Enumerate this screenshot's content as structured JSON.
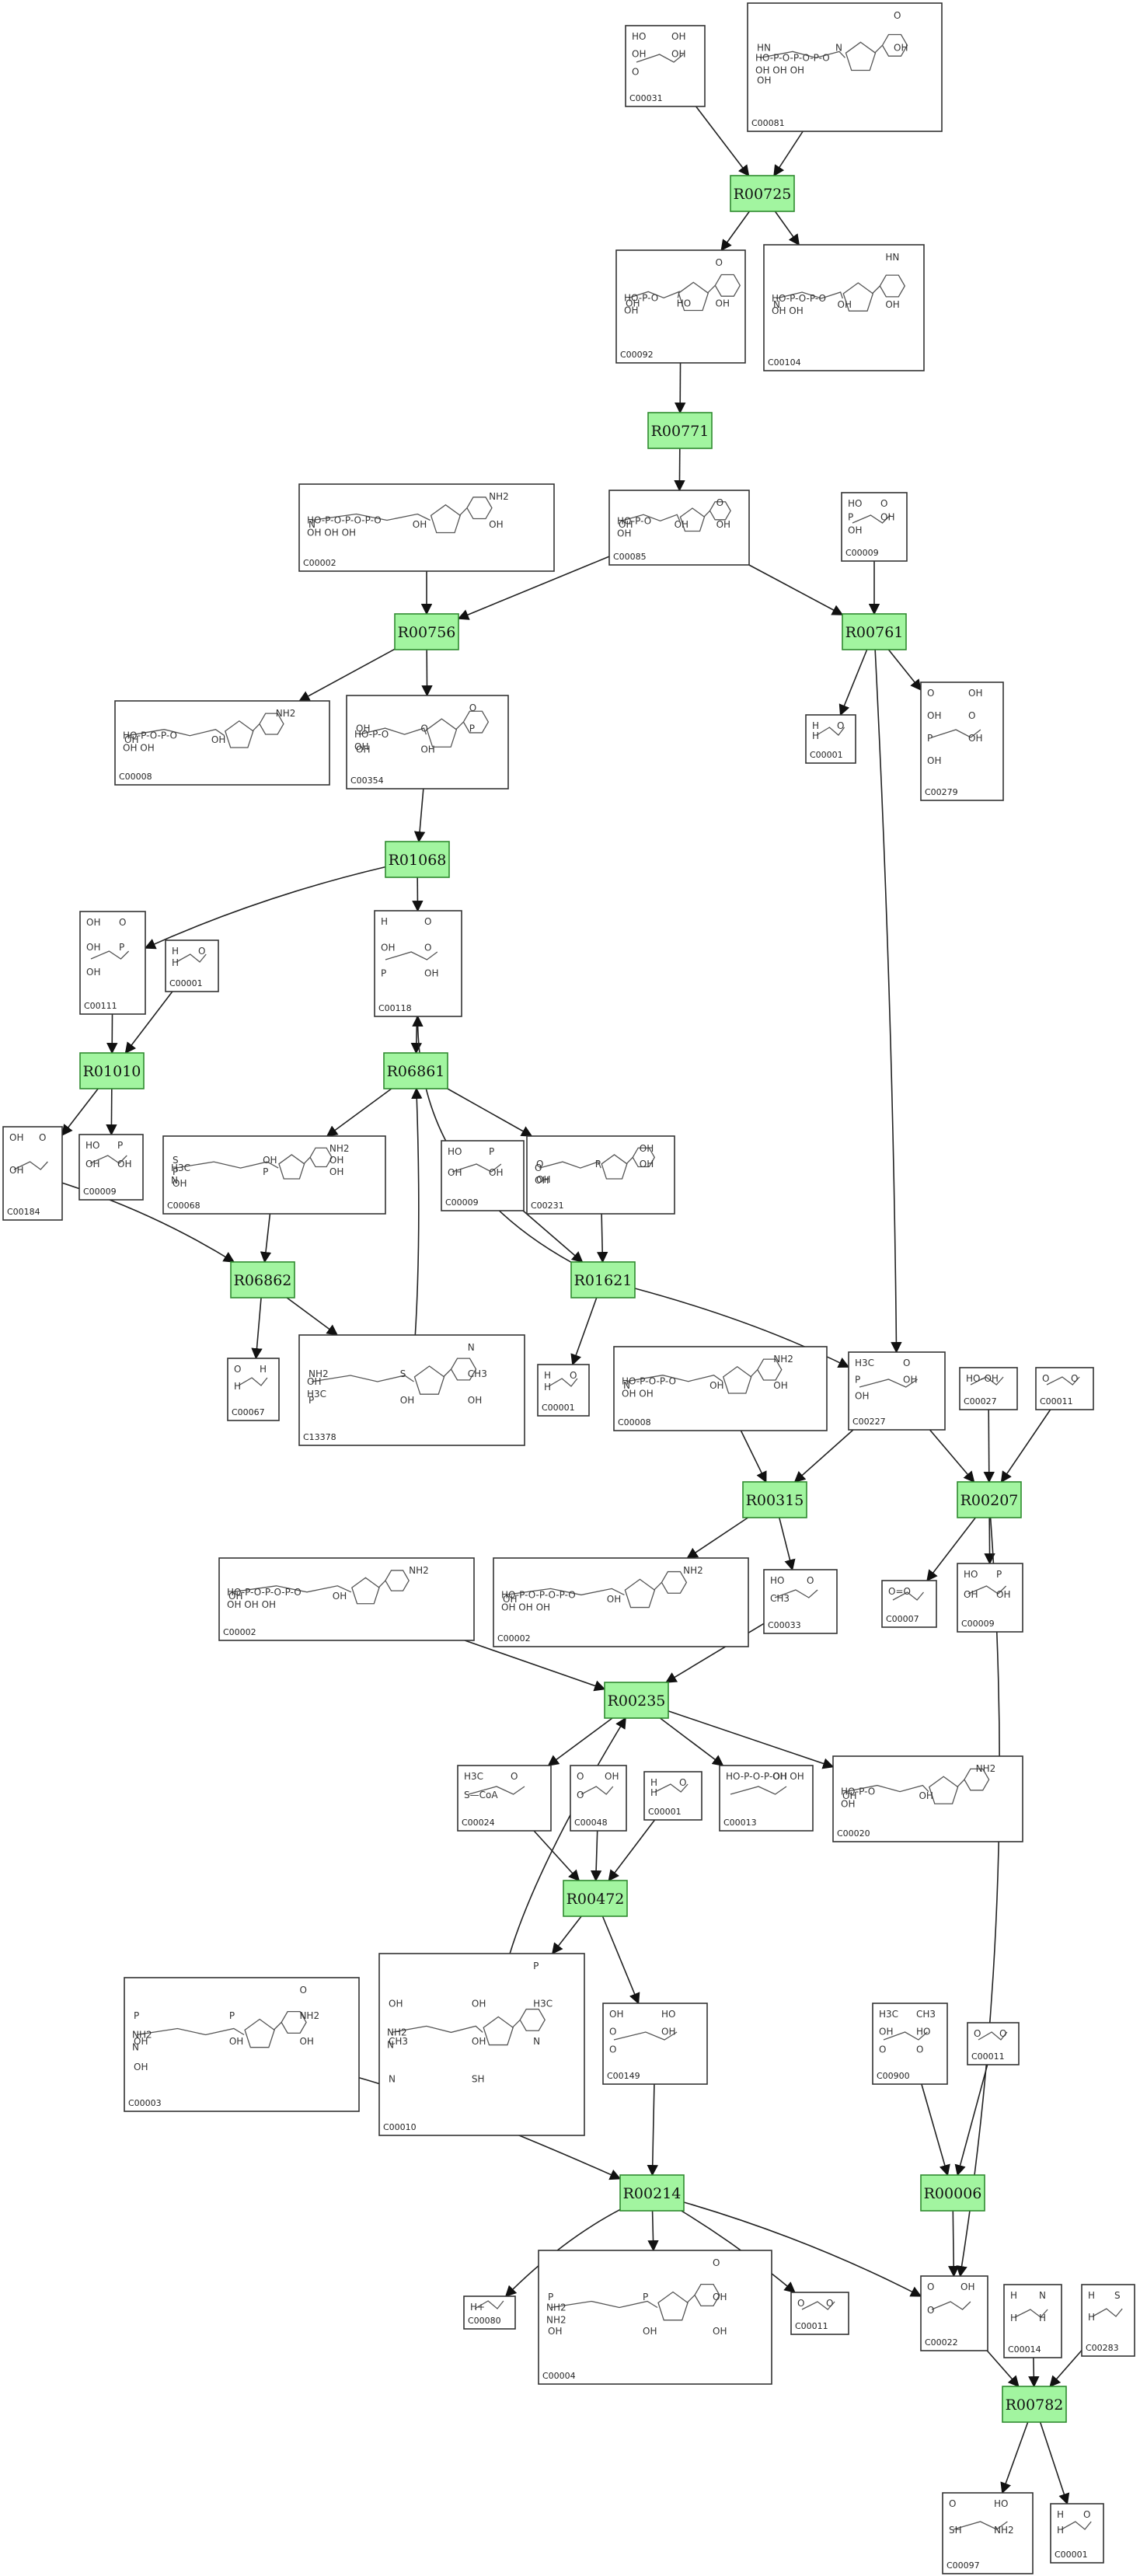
{
  "diagram": {
    "reactions": [
      {
        "id": "R00725",
        "label": "R00725"
      },
      {
        "id": "R00771",
        "label": "R00771"
      },
      {
        "id": "R00756",
        "label": "R00756"
      },
      {
        "id": "R00761",
        "label": "R00761"
      },
      {
        "id": "R01068",
        "label": "R01068"
      },
      {
        "id": "R01010",
        "label": "R01010"
      },
      {
        "id": "R06861",
        "label": "R06861"
      },
      {
        "id": "R06862",
        "label": "R06862"
      },
      {
        "id": "R01621",
        "label": "R01621"
      },
      {
        "id": "R00315",
        "label": "R00315"
      },
      {
        "id": "R00207",
        "label": "R00207"
      },
      {
        "id": "R00235",
        "label": "R00235"
      },
      {
        "id": "R00472",
        "label": "R00472"
      },
      {
        "id": "R00214",
        "label": "R00214"
      },
      {
        "id": "R00006",
        "label": "R00006"
      },
      {
        "id": "R00782",
        "label": "R00782"
      }
    ],
    "compounds": [
      {
        "key": "c31",
        "label": "C00031",
        "atoms": [
          "HO",
          "OH",
          "OH",
          "OH",
          "O"
        ]
      },
      {
        "key": "c81",
        "label": "C00081",
        "atoms": [
          "HO-P-O-P-O-P-O",
          "OH OH OH",
          "O",
          "HN",
          "N",
          "OH",
          "OH"
        ]
      },
      {
        "key": "c92",
        "label": "C00092",
        "atoms": [
          "HO-P-O",
          "OH",
          "O",
          "OH",
          "HO",
          "OH"
        ]
      },
      {
        "key": "c104",
        "label": "C00104",
        "atoms": [
          "HO-P-O-P-O",
          "OH OH",
          "HN",
          "N",
          "OH",
          "OH"
        ]
      },
      {
        "key": "c85",
        "label": "C00085",
        "atoms": [
          "HO-P-O",
          "OH",
          "O",
          "OH",
          "OH",
          "OH"
        ]
      },
      {
        "key": "c09a",
        "label": "C00009",
        "atoms": [
          "HO",
          "O",
          "P",
          "OH",
          "OH"
        ]
      },
      {
        "key": "c02a",
        "label": "C00002",
        "atoms": [
          "HO-P-O-P-O-P-O",
          "OH OH OH",
          "NH2",
          "N",
          "OH",
          "OH"
        ]
      },
      {
        "key": "c08a",
        "label": "C00008",
        "atoms": [
          "HO-P-O-P-O",
          "OH OH",
          "NH2",
          "OH",
          "OH"
        ]
      },
      {
        "key": "c354",
        "label": "C00354",
        "atoms": [
          "HO-P-O",
          "OH",
          "O",
          "OH",
          "O",
          "P",
          "OH",
          "OH"
        ]
      },
      {
        "key": "c01a",
        "label": "C00001",
        "atoms": [
          "H",
          "O",
          "H"
        ]
      },
      {
        "key": "c279",
        "label": "C00279",
        "atoms": [
          "O",
          "OH",
          "OH",
          "O",
          "P",
          "OH",
          "OH"
        ]
      },
      {
        "key": "c111",
        "label": "C00111",
        "atoms": [
          "OH",
          "O",
          "OH",
          "P",
          "OH"
        ]
      },
      {
        "key": "c01b",
        "label": "C00001",
        "atoms": [
          "H",
          "O",
          "H"
        ]
      },
      {
        "key": "c118",
        "label": "C00118",
        "atoms": [
          "H",
          "O",
          "OH",
          "O",
          "P",
          "OH"
        ]
      },
      {
        "key": "c184",
        "label": "C00184",
        "atoms": [
          "OH",
          "O",
          "OH"
        ]
      },
      {
        "key": "c09b",
        "label": "C00009",
        "atoms": [
          "HO",
          "P",
          "OH",
          "OH"
        ]
      },
      {
        "key": "c68",
        "label": "C00068",
        "atoms": [
          "H3C",
          "N",
          "NH2",
          "S",
          "OH",
          "OH",
          "P",
          "P",
          "OH",
          "OH"
        ]
      },
      {
        "key": "c09c",
        "label": "C00009",
        "atoms": [
          "HO",
          "P",
          "OH",
          "OH"
        ]
      },
      {
        "key": "c231",
        "label": "C00231",
        "atoms": [
          "O",
          "OH",
          "OH",
          "O",
          "P",
          "OH",
          "OH"
        ]
      },
      {
        "key": "c67",
        "label": "C00067",
        "atoms": [
          "O",
          "H",
          "H"
        ]
      },
      {
        "key": "c13378",
        "label": "C13378",
        "atoms": [
          "OH",
          "H3C",
          "N",
          "NH2",
          "S",
          "CH3",
          "P",
          "OH",
          "OH"
        ]
      },
      {
        "key": "c01c",
        "label": "C00001",
        "atoms": [
          "H",
          "O",
          "H"
        ]
      },
      {
        "key": "c08b",
        "label": "C00008",
        "atoms": [
          "HO-P-O-P-O",
          "OH OH",
          "NH2",
          "N",
          "OH",
          "OH"
        ]
      },
      {
        "key": "c227",
        "label": "C00227",
        "atoms": [
          "H3C",
          "O",
          "P",
          "OH",
          "OH"
        ]
      },
      {
        "key": "c27",
        "label": "C00027",
        "atoms": [
          "HO-OH"
        ]
      },
      {
        "key": "c11a",
        "label": "C00011",
        "atoms": [
          "O",
          "O"
        ]
      },
      {
        "key": "c02b",
        "label": "C00002",
        "atoms": [
          "HO-P-O-P-O-P-O",
          "OH OH OH",
          "NH2",
          "OH",
          "OH"
        ]
      },
      {
        "key": "c02c",
        "label": "C00002",
        "atoms": [
          "HO-P-O-P-O-P-O",
          "OH OH OH",
          "NH2",
          "OH",
          "OH"
        ]
      },
      {
        "key": "c33",
        "label": "C00033",
        "atoms": [
          "HO",
          "O",
          "CH3"
        ]
      },
      {
        "key": "c07",
        "label": "C00007",
        "atoms": [
          "O=O"
        ]
      },
      {
        "key": "c09d",
        "label": "C00009",
        "atoms": [
          "HO",
          "P",
          "OH",
          "OH"
        ]
      },
      {
        "key": "c24",
        "label": "C00024",
        "atoms": [
          "H3C",
          "O",
          "S—CoA"
        ]
      },
      {
        "key": "c48",
        "label": "C00048",
        "atoms": [
          "O",
          "OH",
          "O"
        ]
      },
      {
        "key": "c01d",
        "label": "C00001",
        "atoms": [
          "H",
          "O",
          "H"
        ]
      },
      {
        "key": "c13",
        "label": "C00013",
        "atoms": [
          "HO-P-O-P-OH",
          "OH OH"
        ]
      },
      {
        "key": "c20",
        "label": "C00020",
        "atoms": [
          "HO-P-O",
          "OH",
          "NH2",
          "OH",
          "OH"
        ]
      },
      {
        "key": "c03a",
        "label": "C00003",
        "atoms": [
          "NH2",
          "N",
          "O",
          "P",
          "P",
          "NH2",
          "OH",
          "OH",
          "OH",
          "OH"
        ]
      },
      {
        "key": "c10",
        "label": "C00010",
        "atoms": [
          "NH2",
          "N",
          "P",
          "OH",
          "OH",
          "H3C",
          "CH3",
          "OH",
          "N",
          "N",
          "SH"
        ]
      },
      {
        "key": "c149",
        "label": "C00149",
        "atoms": [
          "OH",
          "HO",
          "O",
          "OH",
          "O"
        ]
      },
      {
        "key": "c80",
        "label": "C00080",
        "atoms": [
          "H+"
        ]
      },
      {
        "key": "c04",
        "label": "C00004",
        "atoms": [
          "NH2",
          "NH2",
          "O",
          "P",
          "P",
          "OH",
          "OH",
          "OH",
          "OH"
        ]
      },
      {
        "key": "c11b",
        "label": "C00011",
        "atoms": [
          "O",
          "O"
        ]
      },
      {
        "key": "c22",
        "label": "C00022",
        "atoms": [
          "O",
          "OH",
          "O"
        ]
      },
      {
        "key": "c900",
        "label": "C00900",
        "atoms": [
          "H3C",
          "CH3",
          "OH",
          "HO",
          "O",
          "O"
        ]
      },
      {
        "key": "c11c",
        "label": "C00011",
        "atoms": [
          "O",
          "O"
        ]
      },
      {
        "key": "c14",
        "label": "C00014",
        "atoms": [
          "H",
          "N",
          "H",
          "H"
        ]
      },
      {
        "key": "c283",
        "label": "C00283",
        "atoms": [
          "H",
          "S",
          "H"
        ]
      },
      {
        "key": "c97",
        "label": "C00097",
        "atoms": [
          "O",
          "HO",
          "SH",
          "NH2"
        ]
      },
      {
        "key": "c01e",
        "label": "C00001",
        "atoms": [
          "H",
          "O",
          "H"
        ]
      }
    ]
  }
}
